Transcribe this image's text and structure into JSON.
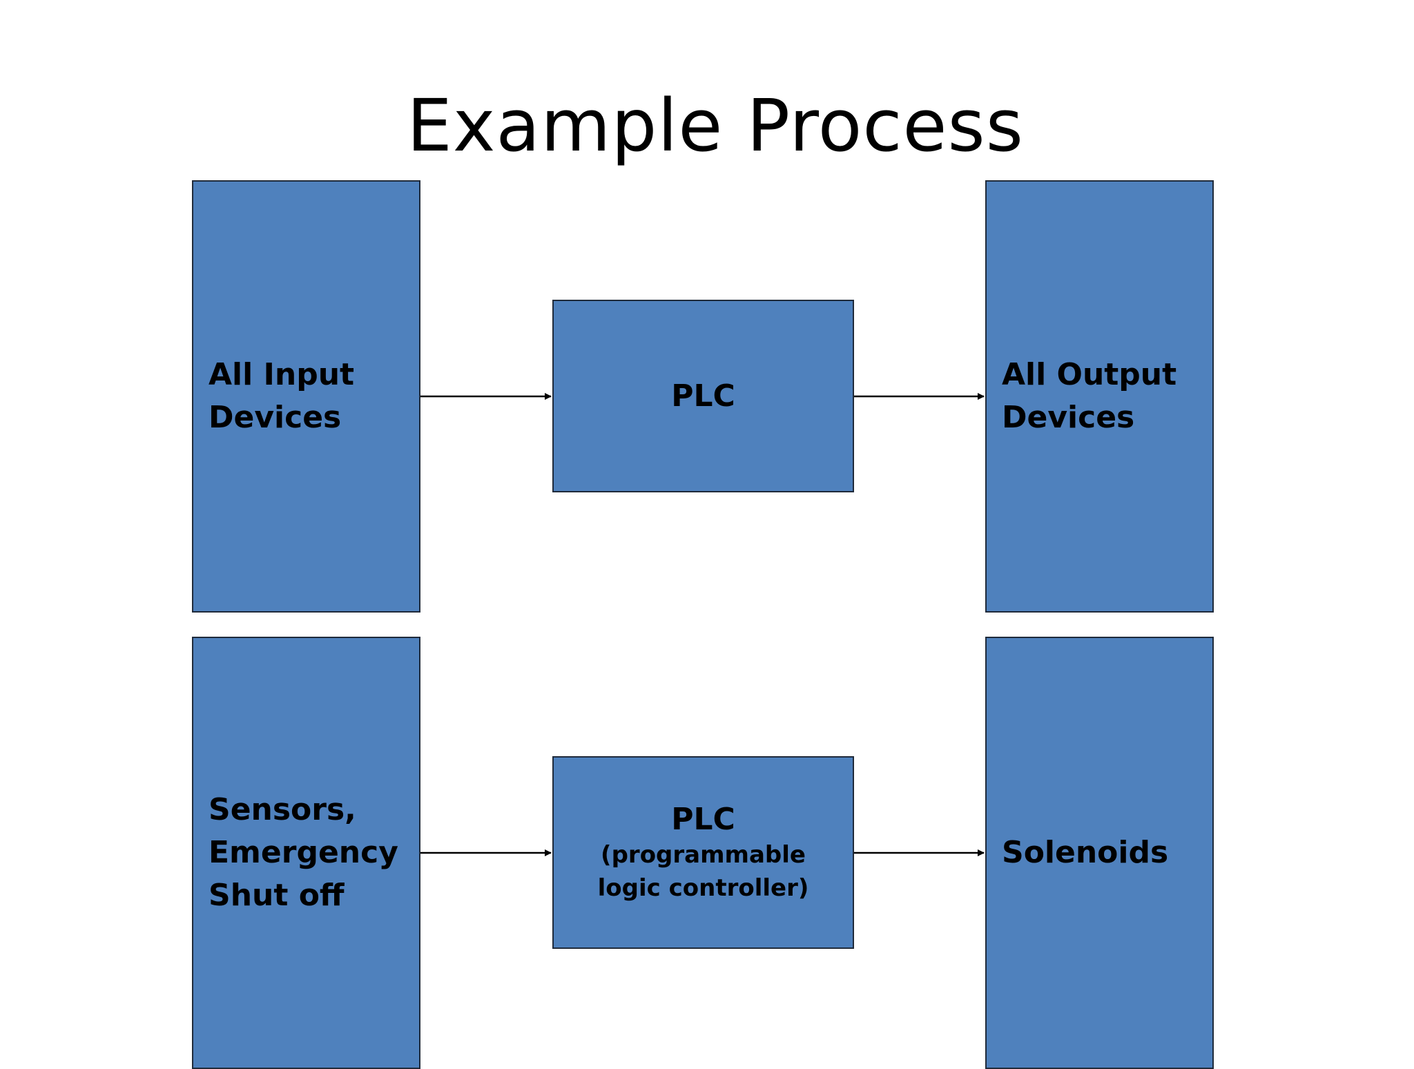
{
  "title": "Example Process",
  "colors": {
    "box_fill": "#4f81bd",
    "box_border": "#1f2a3a",
    "arrow": "#000000"
  },
  "rows": [
    {
      "input": {
        "label": " All Input\nDevices"
      },
      "controller": {
        "label": "PLC",
        "sublabel": ""
      },
      "output": {
        "label": "All Output\nDevices"
      }
    },
    {
      "input": {
        "label": "Sensors,\nEmergency\nShut off"
      },
      "controller": {
        "label": "PLC",
        "sublabel": "(programmable\nlogic controller)"
      },
      "output": {
        "label": "Solenoids"
      }
    }
  ]
}
